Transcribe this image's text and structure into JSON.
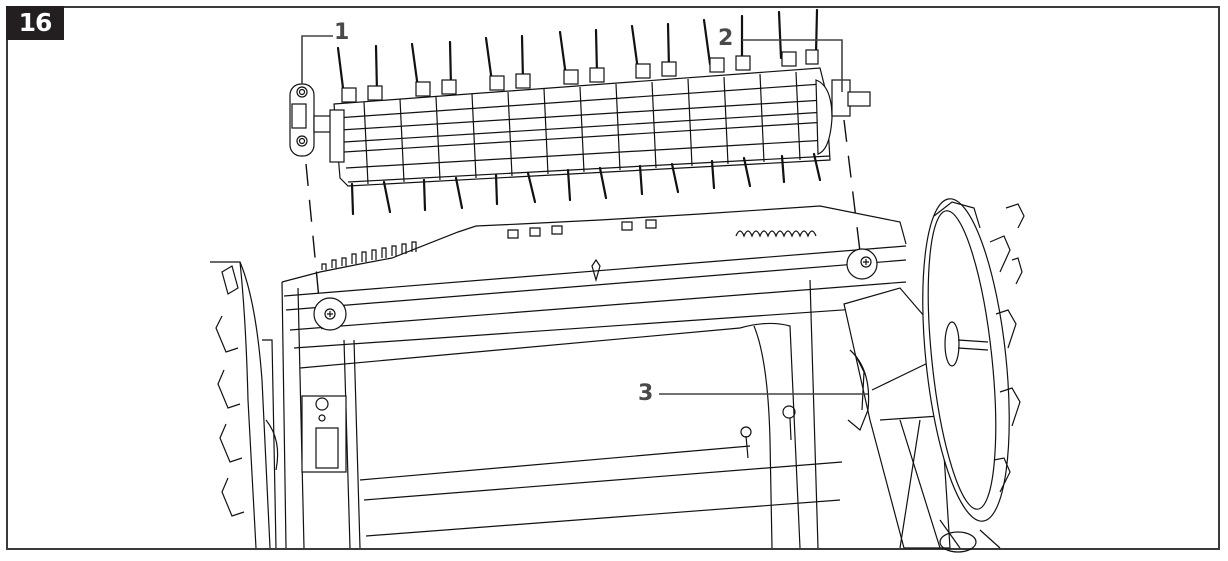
{
  "figure": {
    "number": "16",
    "badge_bg": "#231f20",
    "badge_fg": "#ffffff",
    "border_color": "#3a3a3a"
  },
  "callouts": [
    {
      "id": "1",
      "label": "1",
      "target": "roller-end-bearing-left"
    },
    {
      "id": "2",
      "label": "2",
      "target": "roller-axle-right"
    },
    {
      "id": "3",
      "label": "3",
      "target": "housing-bearing-slot-right"
    }
  ],
  "components": {
    "roller": "spring-tine scarifier roller",
    "housing": "mower/scarifier housing",
    "wheels": [
      "left-wheel",
      "right-wheel"
    ],
    "screws": [
      "housing-screw-left",
      "housing-screw-right"
    ]
  },
  "colors": {
    "line": "#111111",
    "callout_text": "#4a4a4a",
    "background": "#ffffff"
  }
}
